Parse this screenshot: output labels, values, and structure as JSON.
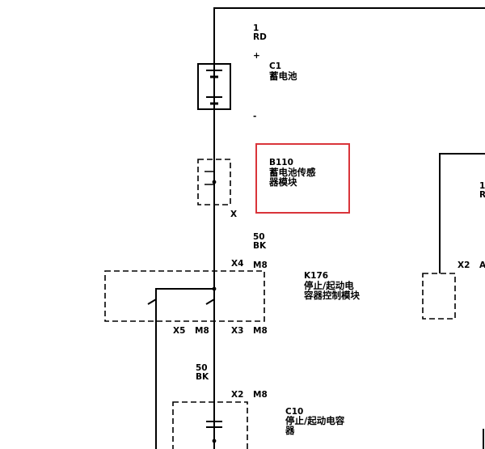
{
  "battery": {
    "wire_num": "1",
    "wire_color": "RD",
    "plus": "+",
    "minus": "-",
    "ref": "C1",
    "name": "蓄电池"
  },
  "sensor": {
    "ref": "B110",
    "name_line1": "蓄电池传感",
    "name_line2": "器模块",
    "pin": "X",
    "highlight_color": "#d9343a"
  },
  "wire_upper": {
    "num": "50",
    "color": "BK"
  },
  "ecm": {
    "ref": "K176",
    "name_line1": "停止/起动电",
    "name_line2": "容器控制模块",
    "top_conn": "X4",
    "top_pin": "M8",
    "bl_conn": "X5",
    "bl_pin": "M8",
    "br_conn": "X3",
    "br_pin": "M8"
  },
  "wire_lower": {
    "num": "50",
    "color": "BK"
  },
  "cap": {
    "conn": "X2",
    "pin": "M8",
    "ref": "C10",
    "name_line1": "停止/起动电容",
    "name_line2": "器"
  },
  "right_part": {
    "wire_num_partial": "1",
    "wire_color_partial": "R",
    "conn": "X2",
    "pin_partial": "A"
  }
}
